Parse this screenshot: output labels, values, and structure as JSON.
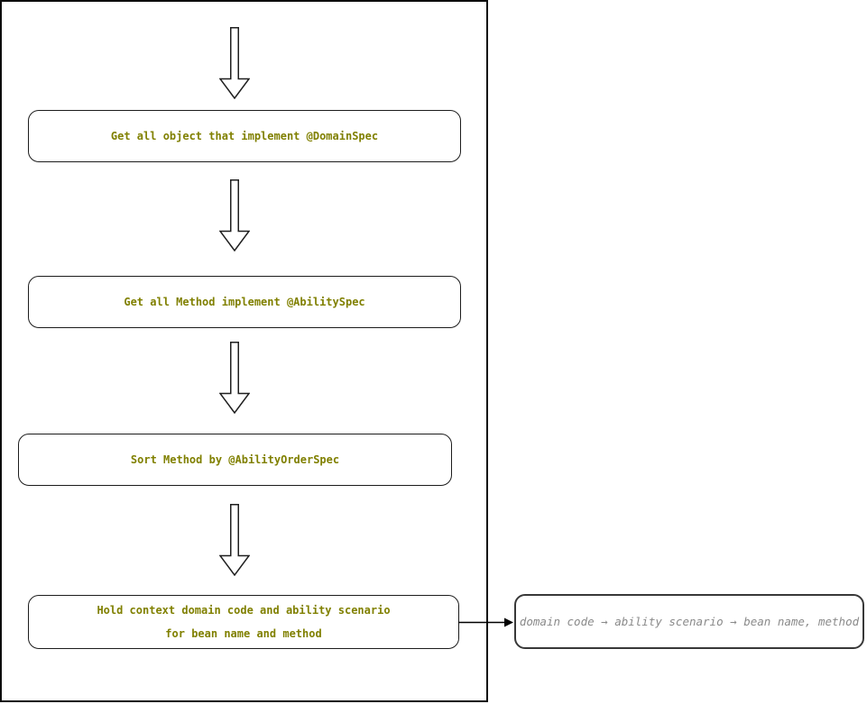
{
  "diagram": {
    "steps": [
      {
        "lines": [
          "Get all object that implement @DomainSpec"
        ]
      },
      {
        "lines": [
          "Get all Method implement @AbilitySpec"
        ]
      },
      {
        "lines": [
          "Sort Method by @AbilityOrderSpec"
        ]
      },
      {
        "lines": [
          "Hold context domain code and ability scenario",
          "for bean name and method"
        ]
      }
    ],
    "result": {
      "label": "domain code → ability scenario → bean name, method"
    },
    "colors": {
      "step_text": "#808000",
      "step_border": "#1c1c1c",
      "result_text": "#8a8a8a",
      "result_border": "#383838",
      "container_border": "#0d0d0d",
      "background": "#ffffff"
    }
  }
}
